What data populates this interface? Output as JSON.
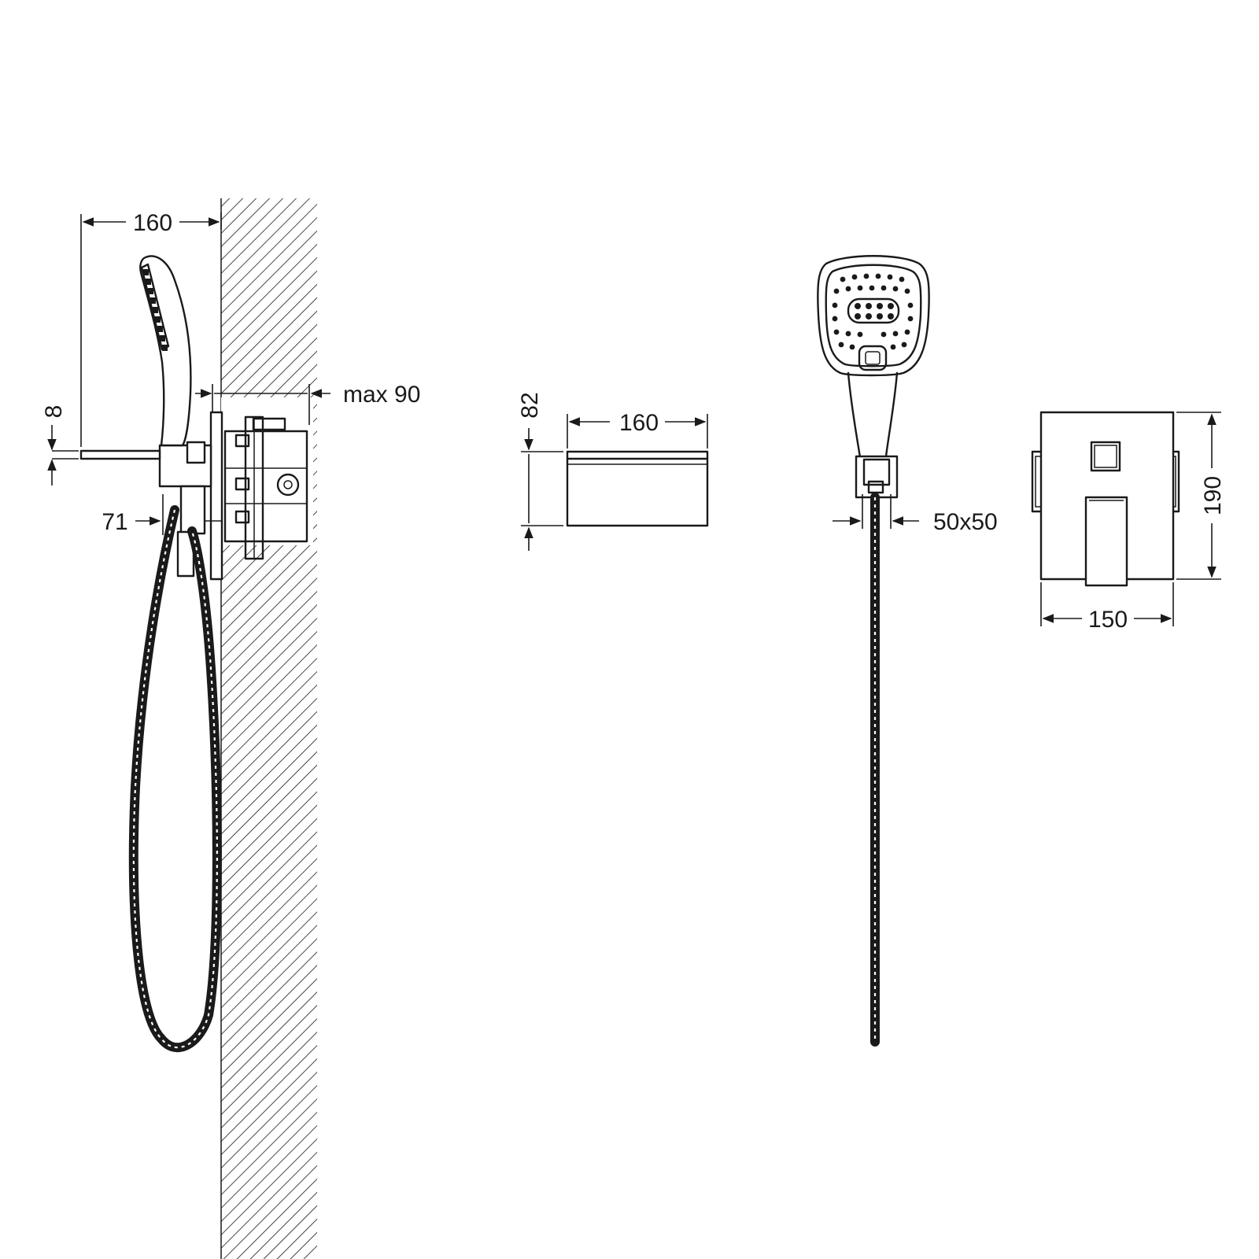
{
  "dimensions": {
    "side_width": "160",
    "side_height": "8",
    "max_depth": "max 90",
    "side_spout": "71",
    "spout_height": "82",
    "spout_width": "160",
    "bracket_size": "50x50",
    "plate_height": "190",
    "plate_width": "150"
  },
  "colors": {
    "line": "#1a1a1a",
    "background": "#ffffff"
  }
}
